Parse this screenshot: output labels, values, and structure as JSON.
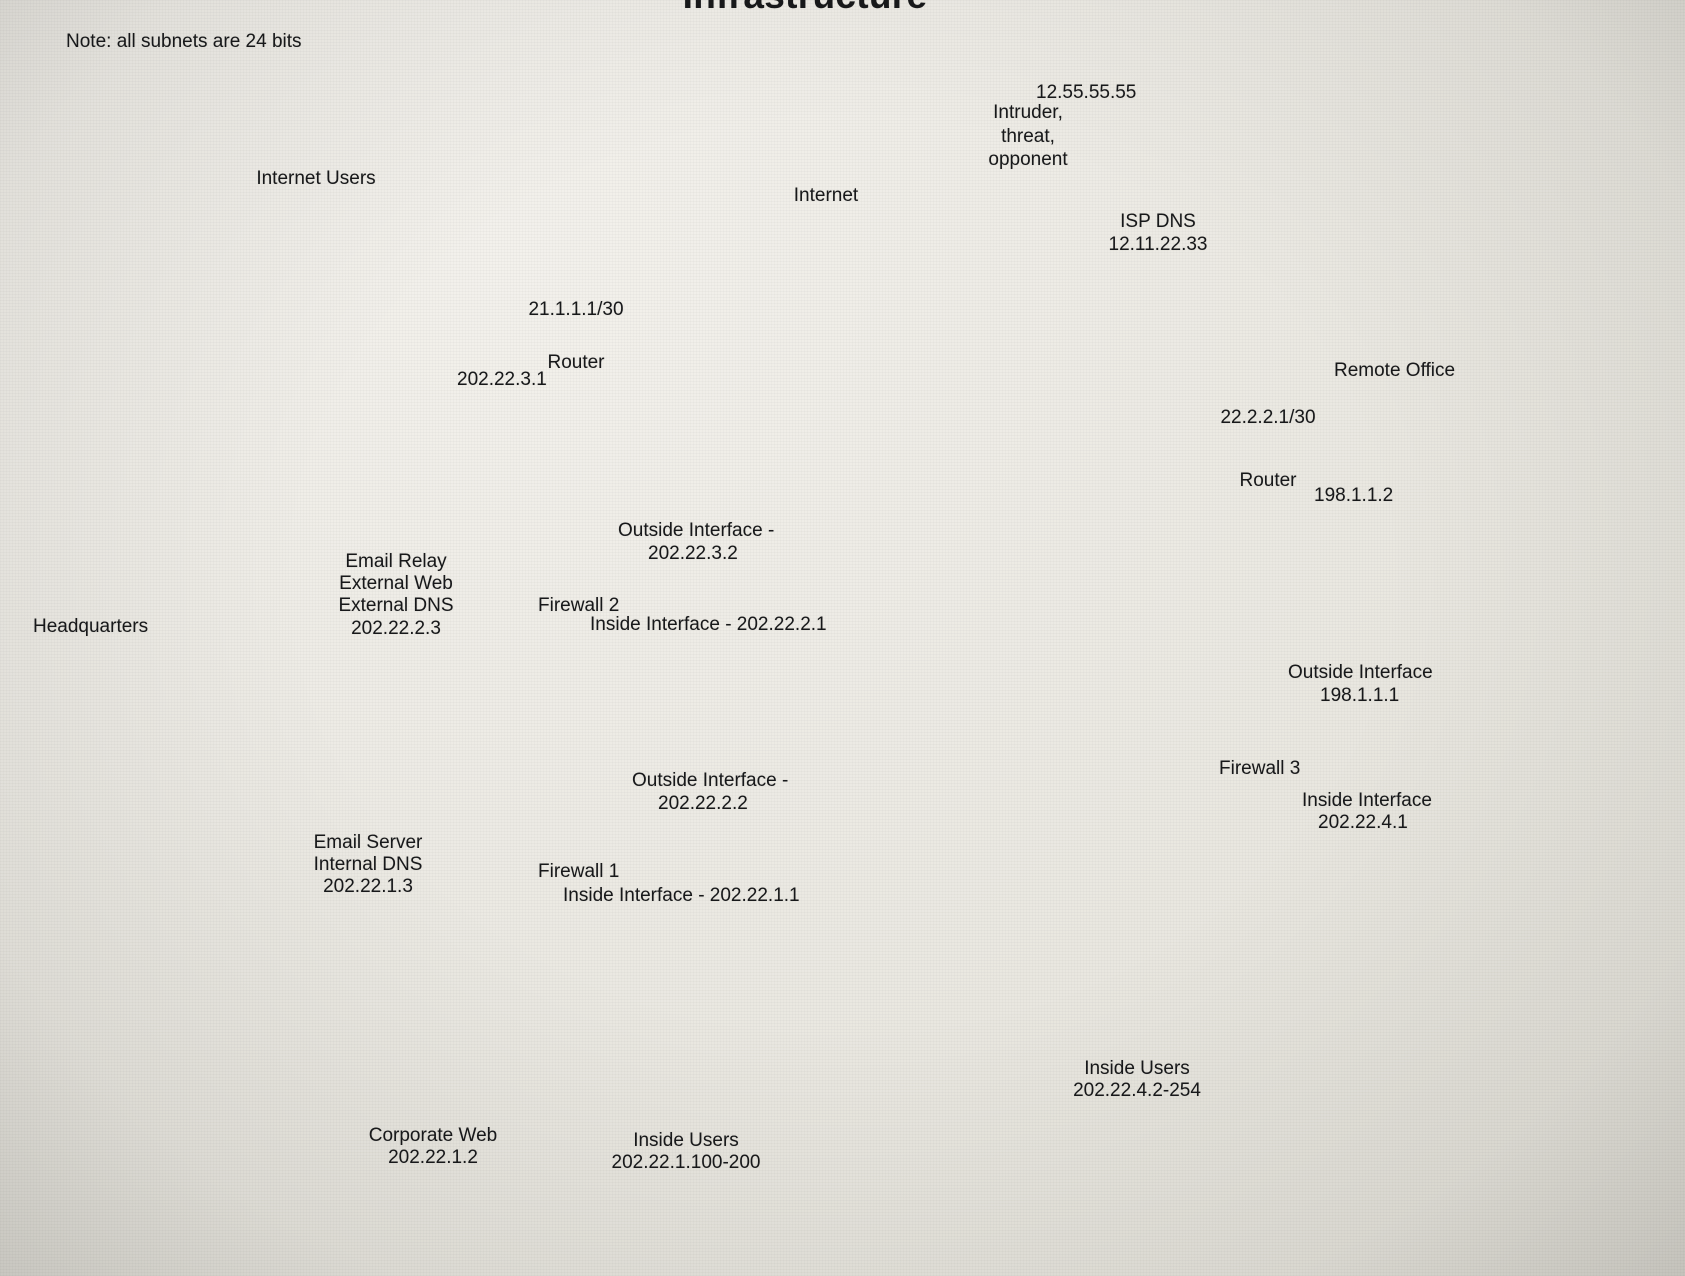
{
  "title": "Infrastructure",
  "note": "Note: all subnets are 24 bits",
  "zones": {
    "internet_zone_label": "",
    "headquarters": "Headquarters",
    "remote_office": "Remote Office"
  },
  "cloud": {
    "label": "Internet"
  },
  "nodes": {
    "internet_users": {
      "label": "Internet Users",
      "icon": "desktop-computer-icon"
    },
    "intruder": {
      "ip": "12.55.55.55",
      "label_line1": "Intruder,",
      "label_line2": "threat,",
      "label_line3": "opponent",
      "icon": "hacker-icon"
    },
    "isp_dns": {
      "label": "ISP DNS",
      "ip": "12.11.22.33",
      "icon": "server-workstation-icon"
    },
    "hq_router": {
      "label": "Router",
      "wan_ip": "21.1.1.1/30",
      "lan_ip": "202.22.3.1",
      "icon": "router-icon"
    },
    "email_relay": {
      "line1": "Email Relay",
      "line2": "External Web",
      "line3": "External DNS",
      "ip": "202.22.2.3",
      "icon": "server-workstation-icon"
    },
    "firewall2": {
      "label": "Firewall 2",
      "outside_label": "Outside Interface -",
      "outside_ip": "202.22.3.2",
      "inside": "Inside Interface - 202.22.2.1",
      "icon": "firewall-icon"
    },
    "email_server": {
      "line1": "Email Server",
      "line2": "Internal DNS",
      "ip": "202.22.1.3",
      "icon": "server-workstation-icon"
    },
    "firewall1": {
      "label": "Firewall 1",
      "outside_label": "Outside Interface -",
      "outside_ip": "202.22.2.2",
      "inside": "Inside Interface - 202.22.1.1",
      "icon": "firewall-icon"
    },
    "corporate_web": {
      "label": "Corporate  Web",
      "ip": "202.22.1.2",
      "icon": "server-workstation-icon"
    },
    "hq_inside_users": {
      "label": "Inside Users",
      "ip": "202.22.1.100-200",
      "icon": "desktop-computer-icon"
    },
    "ro_router": {
      "label": "Router",
      "wan_ip": "22.2.2.1/30",
      "lan_ip": "198.1.1.2",
      "icon": "router-icon"
    },
    "firewall3": {
      "label": "Firewall 3",
      "outside_label": "Outside Interface",
      "outside_ip": "198.1.1.1",
      "inside_label": "Inside Interface",
      "inside_ip": "202.22.4.1",
      "icon": "firewall-icon"
    },
    "ro_inside_users": {
      "label": "Inside Users",
      "ip": "202.22.4.2-254",
      "icon": "desktop-computer-icon"
    }
  },
  "colors": {
    "flame": "#ffe800",
    "flame_edge": "#c8b400",
    "lightning": "#f2ec1a",
    "line": "#3a3a3a",
    "paper": "#eceae4",
    "device_dark": "#1c1c1c",
    "bus_light": "#f2f2f2",
    "bus_dark": "#6e6e6e"
  }
}
